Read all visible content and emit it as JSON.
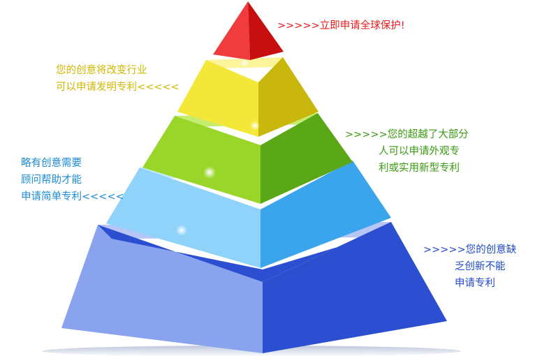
{
  "tiers": [
    {
      "id": "red",
      "lines": [
        ">>>>>立即申请全球保护!"
      ],
      "color": "#e41c1c",
      "face_left": "#f03c3c",
      "face_right": "#c80f0f",
      "face_top": "#ff6a6a"
    },
    {
      "id": "yellow",
      "lines": [
        "您的创意将改变行业",
        "可以申请发明专利<<<<<"
      ],
      "color": "#d2b800",
      "face_left": "#f3e83a",
      "face_right": "#c9b70d",
      "face_top": "#fbf49a"
    },
    {
      "id": "green",
      "lines": [
        ">>>>>您的超越了大部分",
        "人可以申请外观专",
        "利或实用新型专利"
      ],
      "color": "#3a9a10",
      "face_left": "#9ad62a",
      "face_right": "#5aa817",
      "face_top": "#c6ec6e"
    },
    {
      "id": "cyan",
      "lines": [
        "略有创意需要",
        "顾问帮助才能",
        "申请简单专利<<<<<"
      ],
      "color": "#1a8bd8",
      "face_left": "#8fd3fb",
      "face_right": "#3aa5ec",
      "face_top": "#c4ebff"
    },
    {
      "id": "blue",
      "lines": [
        ">>>>>您的创意缺",
        "乏创新不能",
        "申请专利"
      ],
      "color": "#1f49c8",
      "face_left": "#8aa3ee",
      "face_right": "#2b4fd0",
      "face_top": "#b6c6f7"
    }
  ]
}
